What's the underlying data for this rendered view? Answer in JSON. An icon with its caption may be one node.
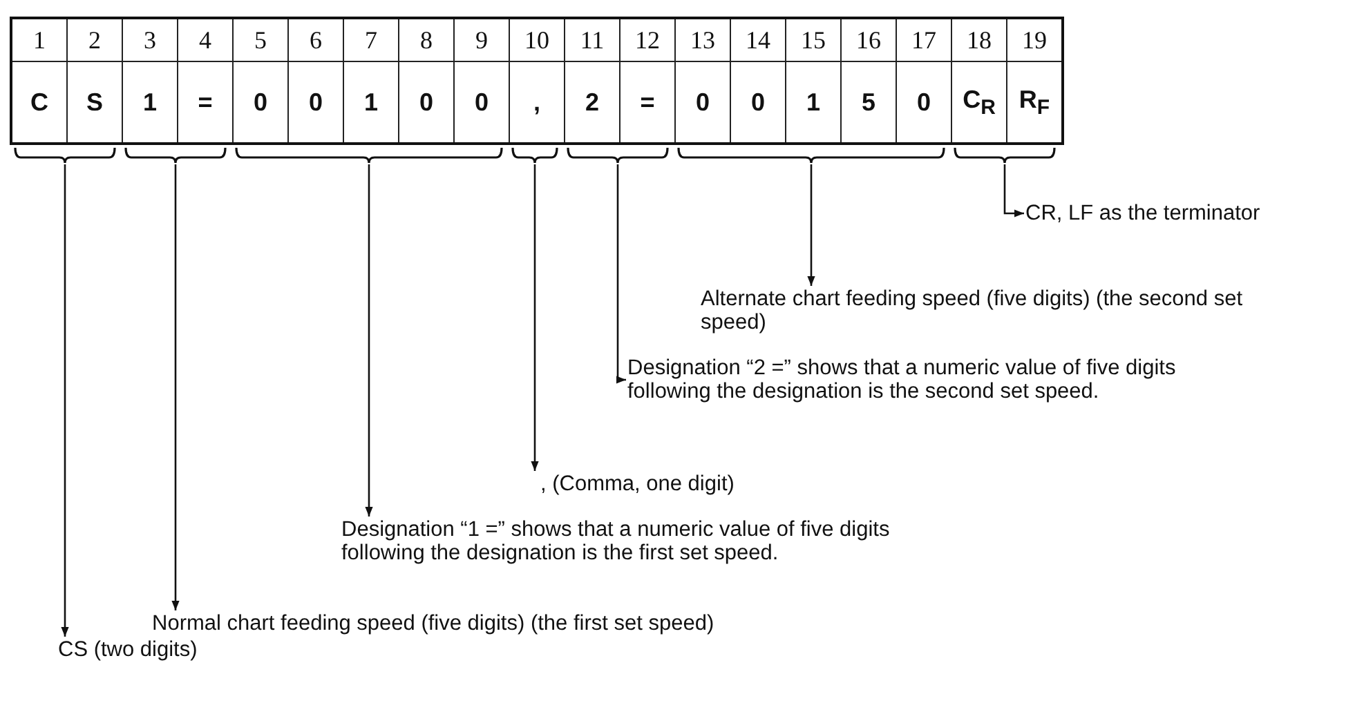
{
  "diagram": {
    "nodes": [
      {
        "text": [],
        "shape": "bracket"
      },
      {
        "text": [],
        "shape": "bracket"
      },
      {
        "text": [],
        "shape": "bracket"
      },
      {
        "text": [],
        "shape": "bracket"
      },
      {
        "text": [],
        "shape": "bracket"
      },
      {
        "text": [],
        "shape": "bracket"
      },
      {
        "text": [],
        "shape": "bracket"
      },
      {
        "text": [
          "CR, LF as the terminator"
        ]
      },
      {
        "text": [
          "Alternate chart feeding speed (five digits) (the second set speed)"
        ]
      },
      {
        "text": [
          "Designation “2 =” shows that a numeric value of five digits following the designation is the second set speed."
        ]
      },
      {
        "text": [
          ", (Comma, one digit)"
        ]
      },
      {
        "text": [
          "Designation “1 =” shows that a numeric value of five digits following the designation is the first set speed."
        ]
      },
      {
        "text": [
          "Normal chart feeding speed (five digits) (the first set speed)"
        ]
      },
      {
        "text": [
          "CS (two digits)"
        ]
      }
    ],
    "edges": [
      {
        "from": 0,
        "to": 13,
        "arrow": "to"
      },
      {
        "from": 1,
        "to": 12,
        "arrow": "to"
      },
      {
        "from": 2,
        "to": 11,
        "arrow": "to"
      },
      {
        "from": 3,
        "to": 10,
        "arrow": "to"
      },
      {
        "from": 4,
        "to": 9,
        "arrow": "to"
      },
      {
        "from": 5,
        "to": 8,
        "arrow": "to"
      },
      {
        "from": 6,
        "to": 7,
        "arrow": "to"
      }
    ],
    "labels": [
      "1",
      "2",
      "3",
      "4",
      "5",
      "6",
      "7",
      "8",
      "9",
      "10",
      "11",
      "12",
      "13",
      "14",
      "15",
      "16",
      "17",
      "18",
      "19",
      "C",
      "S",
      "1",
      "=",
      "0",
      "0",
      "1",
      "0",
      "0",
      ",",
      "2",
      "=",
      "0",
      "0",
      "1",
      "5",
      "0",
      "C$_{R}$",
      "R$_{F}$"
    ]
  }
}
